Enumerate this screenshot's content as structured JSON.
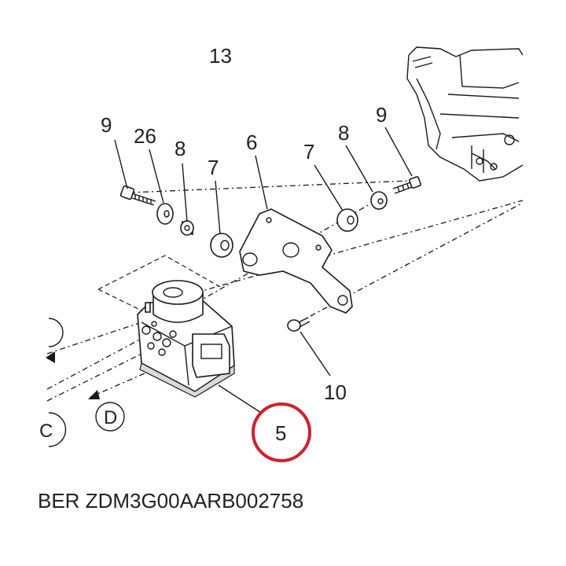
{
  "callouts": {
    "c13": "13",
    "c9_left": "9",
    "c26": "26",
    "c8_left": "8",
    "c7_left": "7",
    "c6": "6",
    "c7_right": "7",
    "c8_right": "8",
    "c9_right": "9",
    "c10": "10",
    "c5": "5"
  },
  "letters": {
    "d": "D",
    "c": "C"
  },
  "footer": {
    "text": "BER ZDM3G00AARB002758"
  },
  "colors": {
    "highlight_circle": "#d0202a",
    "line": "#1a1a1a"
  }
}
